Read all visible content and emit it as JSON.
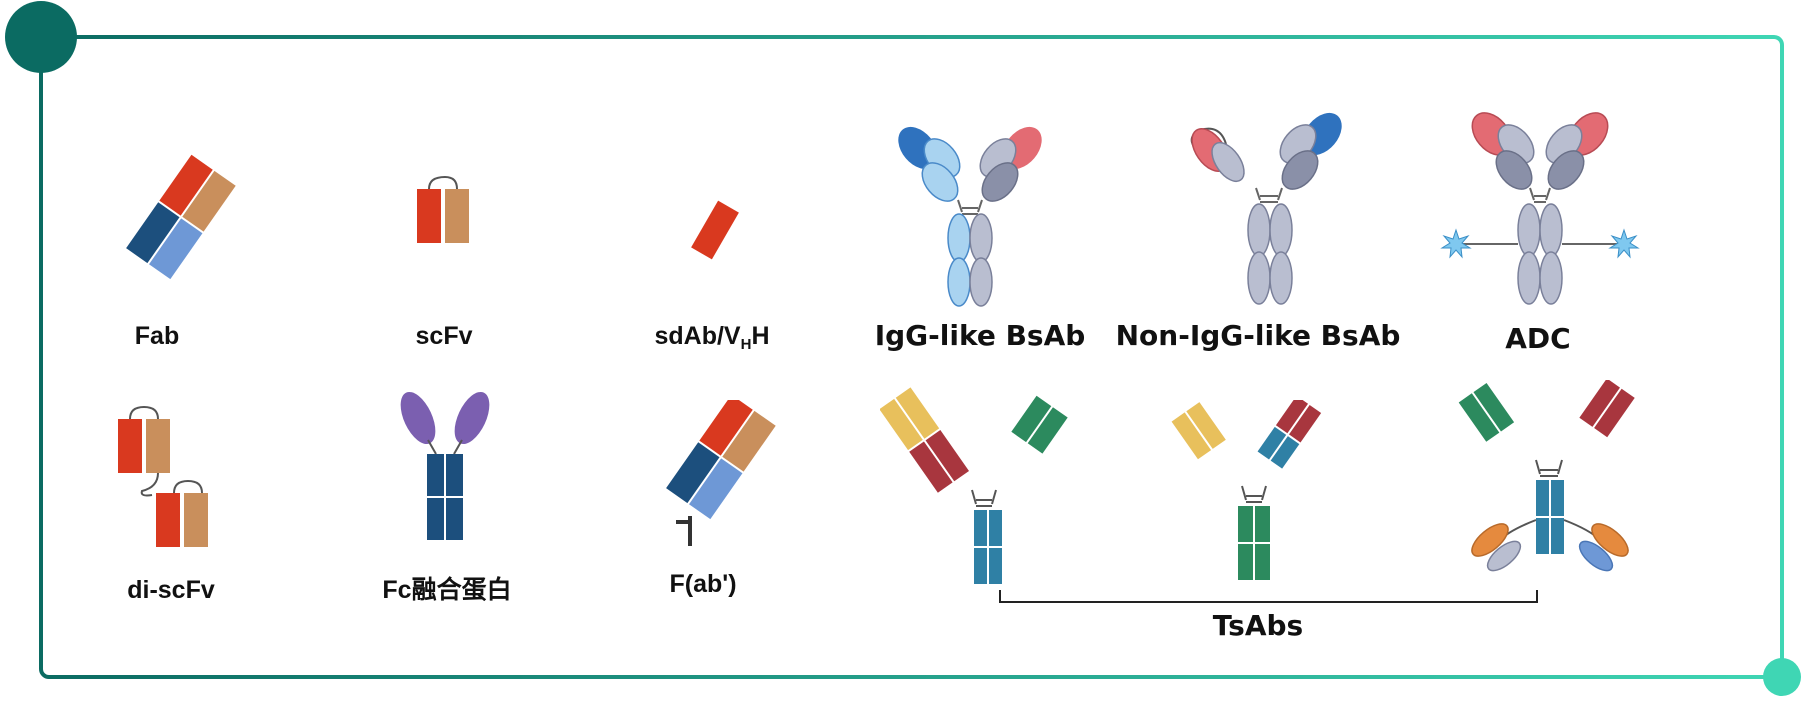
{
  "labels": {
    "fab": "Fab",
    "scfv": "scFv",
    "sdab_main": "sdAb/V",
    "sdab_sub": "H",
    "sdab_tail": "H",
    "di_scfv": "di-scFv",
    "fc_fusion": "Fc融合蛋白",
    "fab2": "F(ab')",
    "igg_bsab": "IgG-like BsAb",
    "non_igg_bsab": "Non-IgG-like BsAb",
    "adc": "ADC",
    "tsabs": "TsAbs"
  },
  "colors": {
    "frame_dark": "#0b6b62",
    "frame_light": "#3fd6b4",
    "red": "#d9391f",
    "tan": "#c98f5c",
    "navy": "#1c4f7d",
    "lightblue": "#6e98d6",
    "purple": "#7b5fb0",
    "steel": "#2e6e99",
    "gray": "#b9bed0",
    "darkgray": "#8a90a8",
    "pink": "#e36b73",
    "blue": "#2f72be",
    "skyblue": "#a9d3f0",
    "yellow": "#e8c05c",
    "maroon": "#a8363e",
    "green": "#2c8a5e",
    "teal": "#2f80a5",
    "orange": "#e58a3e"
  }
}
